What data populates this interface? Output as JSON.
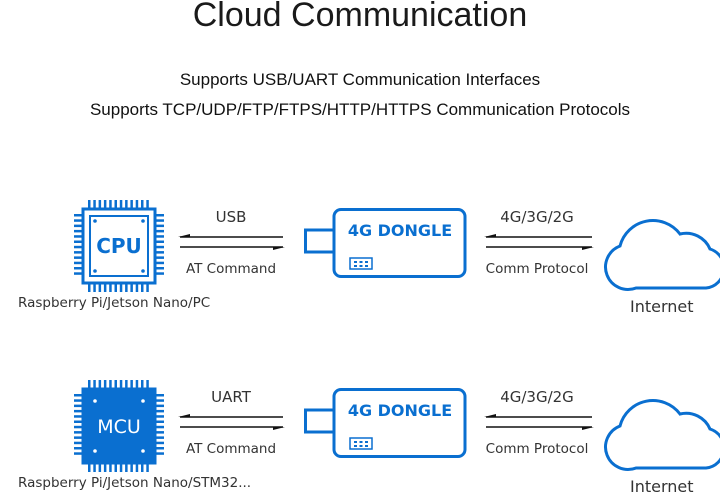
{
  "title": "Cloud Communication",
  "subtitles": [
    "Supports USB/UART Communication Interfaces",
    "Supports TCP/UDP/FTP/FTPS/HTTP/HTTPS Communication Protocols"
  ],
  "accent_color": "#0a6fd0",
  "rows": [
    {
      "chip_label": "CPU",
      "chip_style": "outline",
      "interface": "USB",
      "command": "AT Command",
      "dongle_label": "4G DONGLE",
      "network": "4G/3G/2G",
      "protocol": "Comm Protocol",
      "cloud_label": "Internet",
      "host_caption": "Raspberry Pi/Jetson Nano/PC"
    },
    {
      "chip_label": "MCU",
      "chip_style": "filled",
      "interface": "UART",
      "command": "AT Command",
      "dongle_label": "4G DONGLE",
      "network": "4G/3G/2G",
      "protocol": "Comm Protocol",
      "cloud_label": "Internet",
      "host_caption": "Raspberry Pi/Jetson Nano/STM32..."
    }
  ]
}
